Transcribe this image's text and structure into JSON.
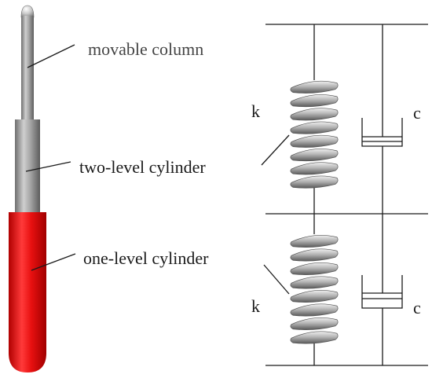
{
  "labels": {
    "movable_column": "movable column",
    "two_level_cylinder": "two-level cylinder",
    "one_level_cylinder": "one-level cylinder",
    "spring_upper": "k",
    "damper_upper": "c",
    "spring_lower": "k",
    "damper_lower": "c"
  },
  "colors": {
    "column_gray": "#9a9a9a",
    "cylinder_red": "#e01010",
    "spring_gray": "#8f8f8f",
    "line": "#1a1a1a"
  }
}
